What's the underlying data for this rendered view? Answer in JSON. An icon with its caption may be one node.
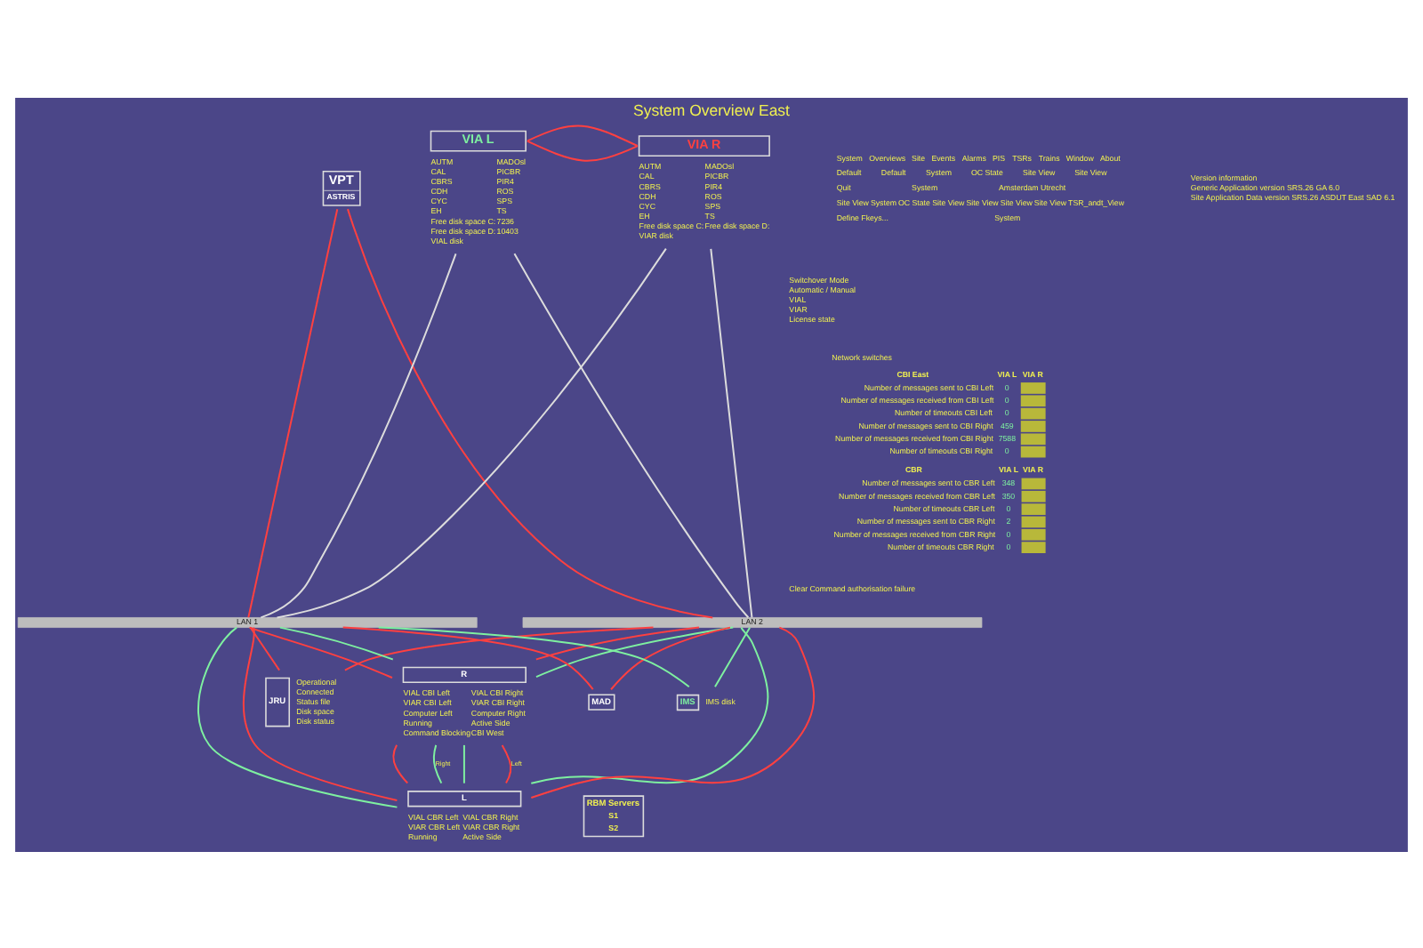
{
  "diagram": {
    "title": "System Overview East",
    "nodes": [
      {
        "text": [
          "VPT",
          "ASTRIS"
        ]
      },
      {
        "text": [
          "VIA L"
        ],
        "beside": [
          "AUTM",
          "MADOsl",
          "CAL",
          "PICBR",
          "CBRS",
          "PIR4",
          "CDH",
          "ROS",
          "CYC",
          "SPS",
          "EH",
          "TS",
          "Free disk space C:",
          "7236",
          "Free disk space D:",
          "10403",
          "VIAL disk"
        ]
      },
      {
        "text": [
          "VIA R"
        ],
        "beside": [
          "AUTM",
          "MADOsl",
          "CAL",
          "PICBR",
          "CBRS",
          "PIR4",
          "CDH",
          "ROS",
          "CYC",
          "SPS",
          "EH",
          "TS",
          "Free disk space C:",
          "Free disk space D:",
          "VIAR disk"
        ]
      },
      {
        "text": [
          "LAN 2"
        ]
      },
      {
        "text": [
          "LAN 1"
        ]
      },
      {
        "text": [
          "R"
        ],
        "beside": [
          "VIAL CBI Left",
          "VIAL CBI Right",
          "VIAR CBI Left",
          "VIAR CBI Right",
          "Computer Left",
          "Computer Right",
          "Running",
          "Active Side",
          "Command Blocking",
          "CBI West"
        ]
      },
      {
        "text": [
          "L"
        ],
        "beside": [
          "VIAL CBR Left",
          "VIAL CBR Right",
          "VIAR CBR Left",
          "VIAR CBR Right",
          "Running",
          "Active Side"
        ]
      },
      {
        "text": [
          "RBM Servers",
          "S1",
          "S2"
        ]
      },
      {
        "text": [
          "JRU"
        ],
        "beside": [
          "Operational",
          "Connected",
          "Status file",
          "Disk space",
          "Disk status"
        ]
      },
      {
        "text": [
          "MAD"
        ]
      },
      {
        "text": [
          "IMS"
        ],
        "beside": [
          "IMS disk"
        ]
      }
    ],
    "edges": [
      {
        "from": 0,
        "to": 3,
        "arrow": "none"
      },
      {
        "from": 0,
        "to": 4,
        "arrow": "none"
      },
      {
        "from": 1,
        "to": 2,
        "arrow": "none"
      },
      {
        "from": 1,
        "to": 2,
        "arrow": "none"
      },
      {
        "from": 1,
        "to": 3,
        "arrow": "none",
        "color": "#dcdcdc"
      },
      {
        "from": 1,
        "to": 4,
        "arrow": "none",
        "color": "#dcdcdc"
      },
      {
        "from": 2,
        "to": 3,
        "arrow": "none",
        "color": "#dcdcdc"
      },
      {
        "from": 2,
        "to": 4,
        "arrow": "none",
        "color": "#dcdcdc"
      },
      {
        "from": 3,
        "to": 5,
        "arrow": "none"
      },
      {
        "from": 4,
        "to": 5,
        "arrow": "none"
      },
      {
        "from": 3,
        "to": 5,
        "arrow": "none",
        "color": "#7ef0a0"
      },
      {
        "from": 4,
        "to": 5,
        "arrow": "none",
        "color": "#7ef0a0"
      },
      {
        "from": 3,
        "to": 6,
        "arrow": "none",
        "color": "#7ef0a0"
      },
      {
        "from": 4,
        "to": 6,
        "arrow": "none",
        "color": "#7ef0a0"
      },
      {
        "from": 3,
        "to": 6,
        "arrow": "none"
      },
      {
        "from": 4,
        "to": 6,
        "arrow": "none"
      },
      {
        "from": 5,
        "to": 6,
        "arrow": "none",
        "label": "Left"
      },
      {
        "from": 5,
        "to": 6,
        "arrow": "none"
      },
      {
        "from": 5,
        "to": 6,
        "arrow": "none",
        "label": "Right",
        "color": "#7ef0a0"
      },
      {
        "from": 5,
        "to": 6,
        "arrow": "none",
        "color": "#7ef0a0"
      },
      {
        "from": 3,
        "to": 8,
        "arrow": "none"
      },
      {
        "from": 4,
        "to": 8,
        "arrow": "none"
      },
      {
        "from": 3,
        "to": 9,
        "arrow": "none"
      },
      {
        "from": 4,
        "to": 9,
        "arrow": "none"
      },
      {
        "from": 3,
        "to": 10,
        "arrow": "none",
        "color": "#7ef0a0"
      },
      {
        "from": 4,
        "to": 10,
        "arrow": "none",
        "color": "#7ef0a0"
      }
    ],
    "labels": [
      "System",
      "Overviews",
      "Site",
      "Events",
      "Alarms",
      "PIS",
      "TSRs",
      "Trains",
      "Window",
      "About",
      "Default",
      "Default",
      "System",
      "OC State",
      "Site View",
      "Site View",
      "Quit",
      "System",
      "Amsterdam Utrecht",
      "Site View",
      "System",
      "OC State",
      "Site View",
      "Site View",
      "Site View",
      "Site View",
      "TSR_andt_View",
      "Define Fkeys...",
      "System",
      "Version information",
      "Generic Application version SRS.26 GA 6.0",
      "Site Application Data version SRS.26 ASDUT East SAD 6.1",
      "Switchover Mode",
      "Automatic / Manual",
      "VIAL",
      "VIAR",
      "License state",
      "Network switches",
      "CBI East",
      "VIA L",
      "VIA R",
      "Number of messages sent to CBI Left",
      "0",
      "Number of messages received from CBI Left",
      "0",
      "Number of timeouts CBI Left",
      "0",
      "Number of messages sent to CBI Right",
      "459",
      "Number of messages received from CBI Right",
      "7588",
      "Number of timeouts CBI Right",
      "0",
      "CBR",
      "VIA L",
      "VIA R",
      "Number of messages sent to CBR Left",
      "348",
      "Number of messages received from CBR Left",
      "350",
      "Number of timeouts CBR Left",
      "0",
      "Number of messages sent to CBR Right",
      "2",
      "Number of messages received from CBR Right",
      "0",
      "Number of timeouts CBR Right",
      "0",
      "Clear",
      "Command authorisation failure"
    ]
  }
}
